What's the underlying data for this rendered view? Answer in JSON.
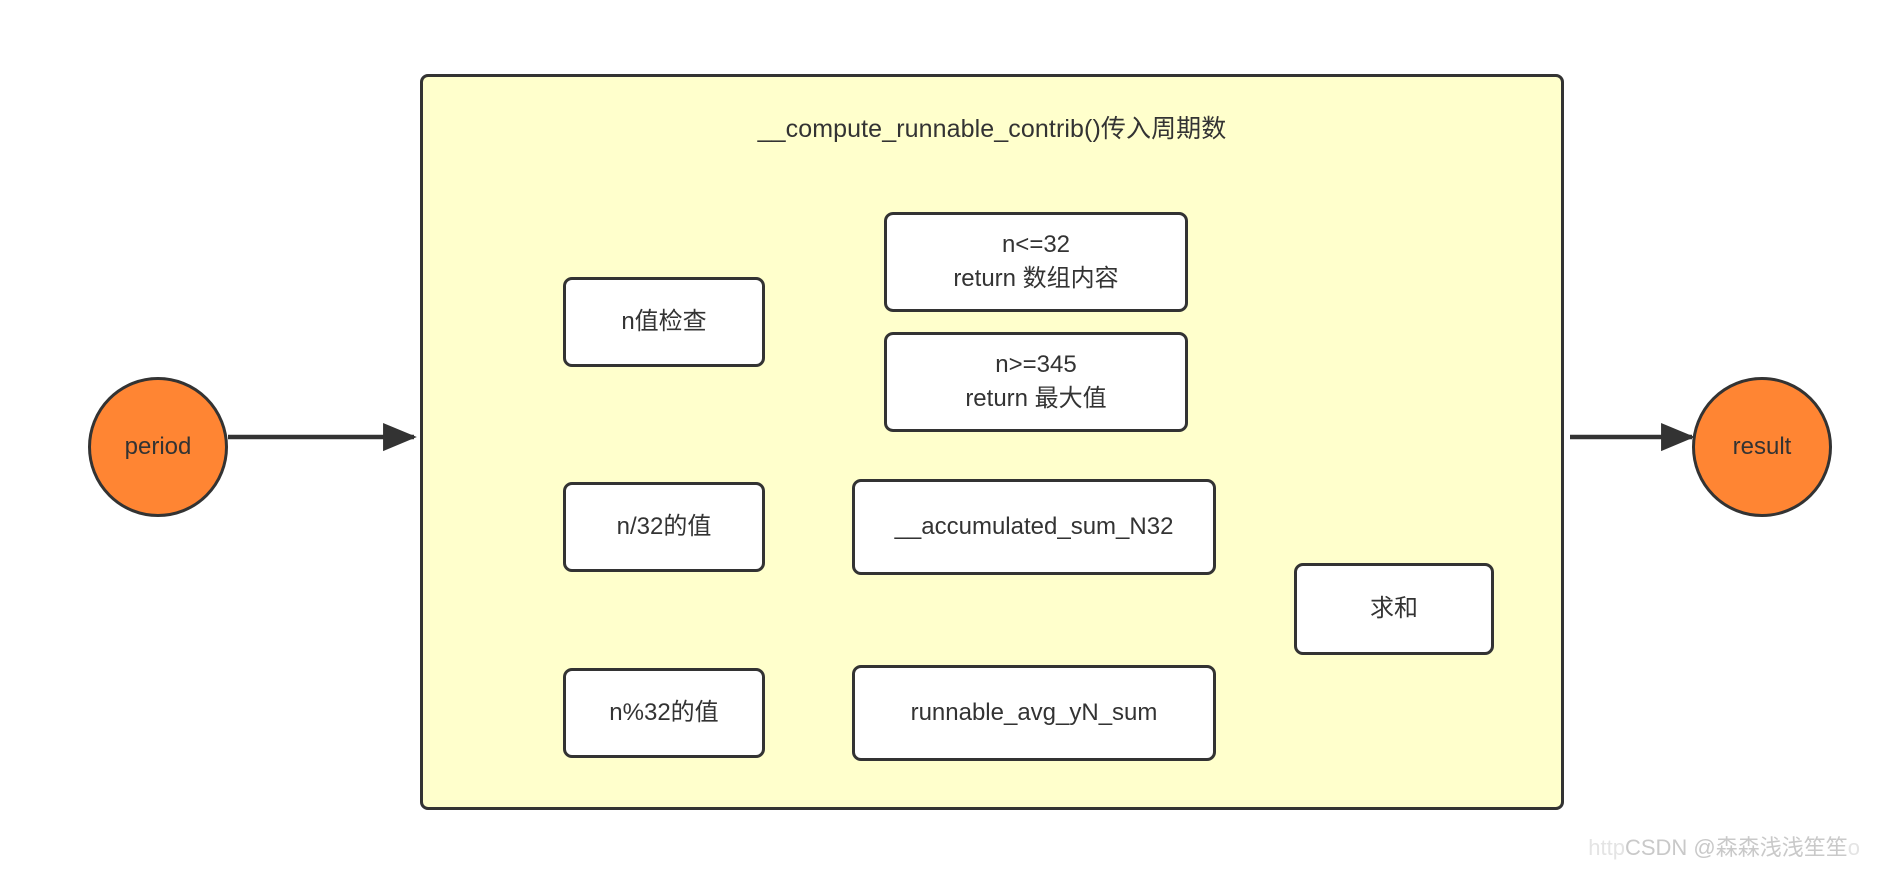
{
  "diagram": {
    "type": "flowchart",
    "direction": "left-to-right",
    "background": "#ffffff",
    "subgraph": {
      "title": "__compute_runnable_contrib()传入周期数",
      "fill": "#ffffcc",
      "stroke": "#333333"
    },
    "colors": {
      "node_fill": "#ffffff",
      "node_stroke": "#333333",
      "terminal_fill": "#ff8533",
      "edge": "#333333",
      "text": "#333333"
    },
    "terminals": [
      {
        "id": "period",
        "label": "period"
      },
      {
        "id": "result",
        "label": "result"
      }
    ],
    "nodes": [
      {
        "id": "check",
        "label": "n值检查"
      },
      {
        "id": "le32",
        "label": "n<=32\nreturn 数组内容"
      },
      {
        "id": "ge345",
        "label": "n>=345\nreturn 最大值"
      },
      {
        "id": "div32",
        "label": "n/32的值"
      },
      {
        "id": "accumulated",
        "label": "__accumulated_sum_N32"
      },
      {
        "id": "mod32",
        "label": "n%32的值"
      },
      {
        "id": "runnable",
        "label": "runnable_avg_yN_sum"
      },
      {
        "id": "sum",
        "label": "求和"
      }
    ],
    "edges": [
      {
        "from": "period",
        "to": "subgraph"
      },
      {
        "from": "check",
        "to": "le32"
      },
      {
        "from": "check",
        "to": "ge345"
      },
      {
        "from": "div32",
        "to": "accumulated"
      },
      {
        "from": "mod32",
        "to": "runnable"
      },
      {
        "from": "accumulated",
        "to": "sum"
      },
      {
        "from": "runnable",
        "to": "sum"
      },
      {
        "from": "subgraph",
        "to": "result"
      }
    ]
  },
  "watermark": {
    "prefix": "http",
    "text": "CSDN @森森浅浅笙笙",
    "suffix": "o"
  }
}
